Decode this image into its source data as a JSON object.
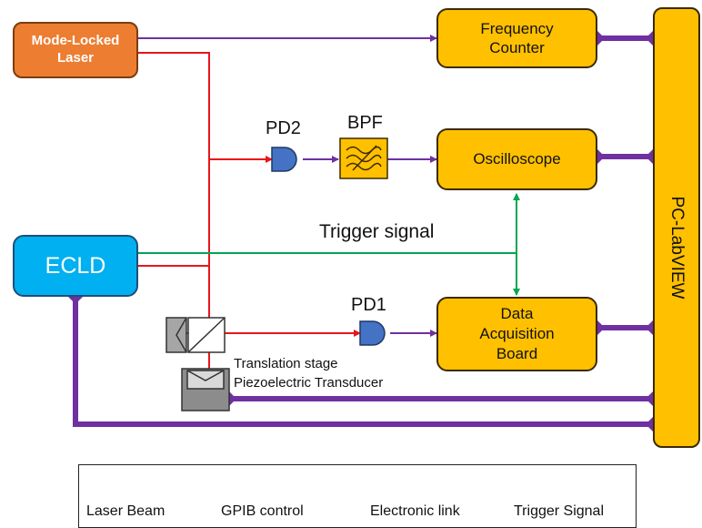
{
  "blocks": {
    "laser": "Mode-Locked\nLaser",
    "freq_counter": "Frequency\nCounter",
    "oscilloscope": "Oscilloscope",
    "ecld": "ECLD",
    "daq": "Data\nAcquisition\nBoard",
    "pc": "PC-LabVIEW"
  },
  "components": {
    "pd2": "PD2",
    "bpf": "BPF",
    "pd1": "PD1",
    "translation_stage": "Translation stage",
    "piezo": "Piezoelectric Transducer"
  },
  "signals": {
    "trigger": "Trigger signal"
  },
  "legend": [
    {
      "label": "Laser Beam",
      "color": "#e8141c",
      "style": "thin-line"
    },
    {
      "label": "GPIB control",
      "color": "#7030a0",
      "style": "thick-diamond"
    },
    {
      "label": "Electronic link",
      "color": "#7030a0",
      "style": "thin-line"
    },
    {
      "label": "Trigger Signal",
      "color": "#00a651",
      "style": "thin-line"
    }
  ],
  "colors": {
    "laser_beam": "#e8141c",
    "gpib": "#7030a0",
    "electronic": "#7030a0",
    "trigger": "#00a651",
    "block_fill": "#ffc000",
    "laser_fill": "#ed7d31",
    "ecld_fill": "#00b0f0",
    "pd_fill": "#4472c4"
  }
}
